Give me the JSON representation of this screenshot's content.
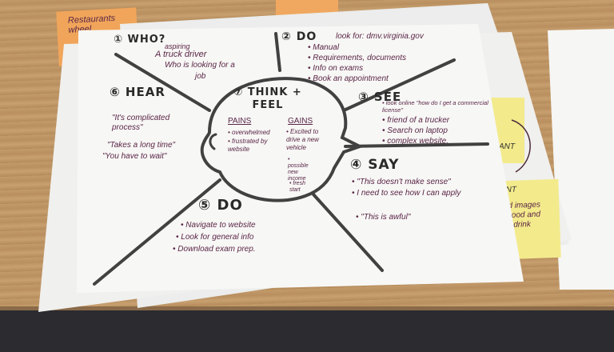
{
  "sticky_notes": {
    "orange_left": "Restaurants wheel",
    "yellow_right_top": "ANT",
    "yellow_right_bottom": [
      "NT",
      "d images",
      "ood and",
      "drink"
    ]
  },
  "empathy_map": {
    "who": {
      "heading": "① WHO?",
      "lines": [
        "aspiring",
        "A truck driver",
        "Who is looking for a",
        "job"
      ]
    },
    "do_top": {
      "heading": "② DO",
      "intro": "look for:  dmv.virginia.gov",
      "items": [
        "Manual",
        "Requirements, documents",
        "Info on exams",
        "Book an appointment"
      ]
    },
    "see": {
      "heading": "③ SEE",
      "items": [
        "look online \"how do I get a commercial license\"",
        "friend of a trucker",
        "Search on laptop",
        "complex website."
      ]
    },
    "say": {
      "heading": "④ SAY",
      "items": [
        "\"This doesn't make sense\"",
        "I need to see how I can apply",
        "\"This is awful\""
      ]
    },
    "do_bottom": {
      "heading": "⑤ DO",
      "items": [
        "Navigate to website",
        "Look for general info",
        "Download exam prep."
      ]
    },
    "hear": {
      "heading": "⑥ HEAR",
      "lines": [
        "\"It's complicated process\"",
        "\"Takes a long time\"",
        "\"You have to wait\""
      ]
    },
    "think_feel": {
      "heading": "⑦ THINK + FEEL",
      "pains": {
        "title": "PAINS",
        "items": [
          "overwhelmed",
          "frustrated by website"
        ]
      },
      "gains": {
        "title": "GAINS",
        "items": [
          "Excited to drive a new vehicle",
          "possible new income",
          "fresh start"
        ]
      }
    }
  },
  "colors": {
    "ink": "#5a2546",
    "marker": "#2a2a2a",
    "paper": "#f4f4f2",
    "sticky_yellow": "#f3ea8c",
    "sticky_orange": "#f0a55a"
  }
}
